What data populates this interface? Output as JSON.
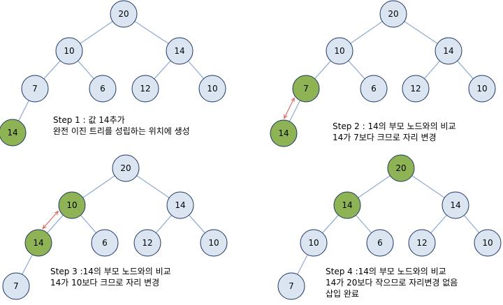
{
  "colors": {
    "node_default_fill": "#dbe5f1",
    "node_highlight_fill": "#8db354",
    "node_stroke": "#1f3864",
    "edge": "#8ea9d5",
    "swap_arrow": "#d9534f"
  },
  "panels": [
    {
      "id": "step1",
      "nodes": [
        {
          "id": "a",
          "label": "20",
          "highlight": false
        },
        {
          "id": "b",
          "label": "10",
          "highlight": false
        },
        {
          "id": "c",
          "label": "14",
          "highlight": false
        },
        {
          "id": "d",
          "label": "7",
          "highlight": false
        },
        {
          "id": "e",
          "label": "6",
          "highlight": false
        },
        {
          "id": "f",
          "label": "12",
          "highlight": false
        },
        {
          "id": "g",
          "label": "10",
          "highlight": false
        },
        {
          "id": "h",
          "label": "14",
          "highlight": true
        }
      ],
      "edges": [
        [
          "a",
          "b"
        ],
        [
          "a",
          "c"
        ],
        [
          "b",
          "d"
        ],
        [
          "b",
          "e"
        ],
        [
          "c",
          "f"
        ],
        [
          "c",
          "g"
        ],
        [
          "d",
          "h"
        ]
      ],
      "swap": null,
      "caption": [
        "Step 1 : 값 14추가",
        " 완전 이진 트리를 성립하는 위치에 생성"
      ]
    },
    {
      "id": "step2",
      "nodes": [
        {
          "id": "a",
          "label": "20",
          "highlight": false
        },
        {
          "id": "b",
          "label": "10",
          "highlight": false
        },
        {
          "id": "c",
          "label": "14",
          "highlight": false
        },
        {
          "id": "d",
          "label": "7",
          "highlight": true
        },
        {
          "id": "e",
          "label": "6",
          "highlight": false
        },
        {
          "id": "f",
          "label": "12",
          "highlight": false
        },
        {
          "id": "g",
          "label": "10",
          "highlight": false
        },
        {
          "id": "h",
          "label": "14",
          "highlight": true
        }
      ],
      "edges": [
        [
          "a",
          "b"
        ],
        [
          "a",
          "c"
        ],
        [
          "b",
          "d"
        ],
        [
          "b",
          "e"
        ],
        [
          "c",
          "f"
        ],
        [
          "c",
          "g"
        ],
        [
          "d",
          "h"
        ]
      ],
      "swap": [
        "d",
        "h"
      ],
      "caption": [
        "Step 2 : 14의 부모 노드와의 비교",
        "14가 7보다 크므로 자리 변경"
      ]
    },
    {
      "id": "step3",
      "nodes": [
        {
          "id": "a",
          "label": "20",
          "highlight": false
        },
        {
          "id": "b",
          "label": "10",
          "highlight": true
        },
        {
          "id": "c",
          "label": "14",
          "highlight": false
        },
        {
          "id": "d",
          "label": "14",
          "highlight": true
        },
        {
          "id": "e",
          "label": "6",
          "highlight": false
        },
        {
          "id": "f",
          "label": "12",
          "highlight": false
        },
        {
          "id": "g",
          "label": "10",
          "highlight": false
        },
        {
          "id": "h",
          "label": "7",
          "highlight": false
        }
      ],
      "edges": [
        [
          "a",
          "b"
        ],
        [
          "a",
          "c"
        ],
        [
          "b",
          "d"
        ],
        [
          "b",
          "e"
        ],
        [
          "c",
          "f"
        ],
        [
          "c",
          "g"
        ],
        [
          "d",
          "h"
        ]
      ],
      "swap": [
        "b",
        "d"
      ],
      "caption": [
        "Step 3 :14의 부모 노드와의 비교",
        "14가 10보다 크므로 자리 변경"
      ]
    },
    {
      "id": "step4",
      "nodes": [
        {
          "id": "a",
          "label": "20",
          "highlight": true
        },
        {
          "id": "b",
          "label": "14",
          "highlight": true
        },
        {
          "id": "c",
          "label": "14",
          "highlight": false
        },
        {
          "id": "d",
          "label": "10",
          "highlight": false
        },
        {
          "id": "e",
          "label": "6",
          "highlight": false
        },
        {
          "id": "f",
          "label": "12",
          "highlight": false
        },
        {
          "id": "g",
          "label": "10",
          "highlight": false
        },
        {
          "id": "h",
          "label": "7",
          "highlight": false
        }
      ],
      "edges": [
        [
          "a",
          "b"
        ],
        [
          "a",
          "c"
        ],
        [
          "b",
          "d"
        ],
        [
          "b",
          "e"
        ],
        [
          "c",
          "f"
        ],
        [
          "c",
          "g"
        ],
        [
          "d",
          "h"
        ]
      ],
      "swap": null,
      "caption": [
        "Step 4 :14의 부모 노드와의 비교",
        "14가 20보다 작으므로 자리변경 없음",
        "삽입 완료"
      ]
    }
  ]
}
